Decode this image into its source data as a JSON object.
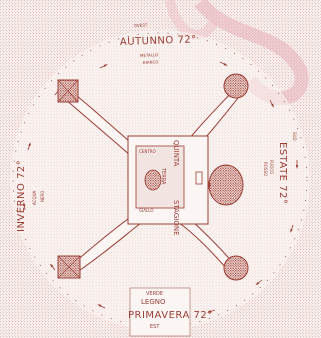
{
  "colors": {
    "ink": "#9a3d35",
    "stipple": "#c98a80",
    "paper": "#fbf6f4"
  },
  "labels": {
    "north": {
      "season": "AUTUNNO 72°",
      "element": "METALLO",
      "color": "BIANCO",
      "top": "OVEST"
    },
    "east": {
      "season": "ESTATE 72°",
      "element": "FUOCO",
      "color": "ROSSO",
      "top": "SUD"
    },
    "south": {
      "season": "PRIMAVERA 72°",
      "element": "LEGNO",
      "color": "VERDE",
      "direction": "EST"
    },
    "west": {
      "season": "INVERNO 72°",
      "element": "ACQUA",
      "color": "NERO"
    },
    "center": {
      "side_top": "QUINTA",
      "side_bottom": "STAGIONE",
      "centro": "CENTRO",
      "terra": "TERRA",
      "giallo": "GIALLO"
    }
  }
}
